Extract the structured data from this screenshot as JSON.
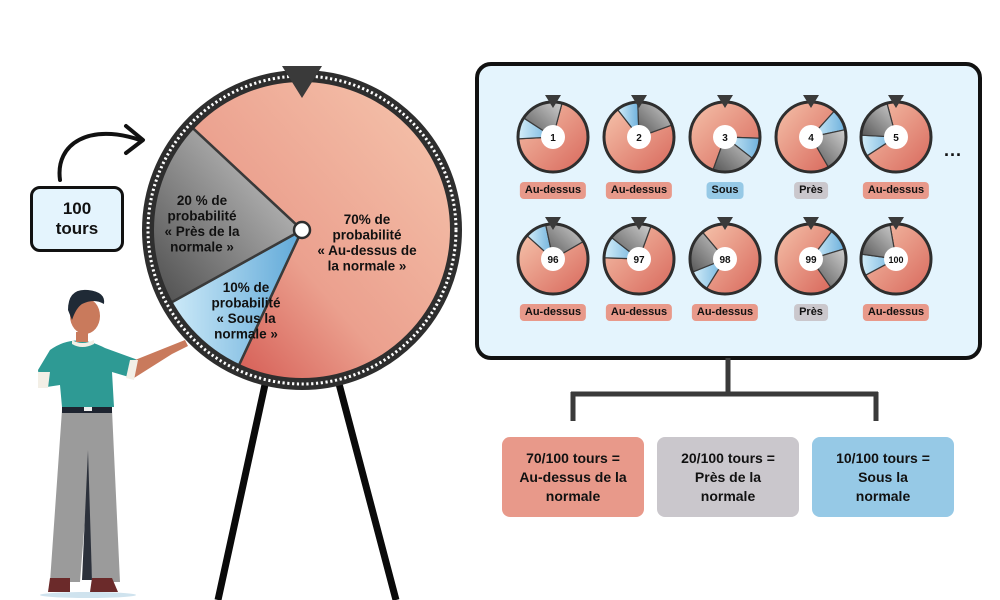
{
  "title": "Roue de probabilité – prévisions saisonnières",
  "spins_box": {
    "line1": "100",
    "line2": "tours"
  },
  "colors": {
    "above": "#e8998a",
    "near": "#cac7cc",
    "below": "#96c9e6",
    "panel_bg": "#e4f4fd",
    "frame": "#111111"
  },
  "wheel": {
    "segments": [
      {
        "key": "above",
        "probability": 0.7,
        "label_lines": [
          "70% de",
          "probabilité",
          "« Au-dessus de",
          "la normale »"
        ]
      },
      {
        "key": "below",
        "probability": 0.1,
        "label_lines": [
          "10% de",
          "probabilité",
          "« Sous la",
          "normale »"
        ]
      },
      {
        "key": "near",
        "probability": 0.2,
        "label_lines": [
          "20 % de",
          "probabilité",
          "« Près de la",
          "normale »"
        ]
      }
    ]
  },
  "spins": [
    {
      "number": "1",
      "result": "Au-dessus",
      "key": "above",
      "rotation_deg": 15
    },
    {
      "number": "2",
      "result": "Au-dessus",
      "key": "above",
      "rotation_deg": 70
    },
    {
      "number": "3",
      "result": "Sous",
      "key": "below",
      "rotation_deg": 200
    },
    {
      "number": "4",
      "result": "Près",
      "key": "near",
      "rotation_deg": 150
    },
    {
      "number": "5",
      "result": "Au-dessus",
      "key": "above",
      "rotation_deg": 345
    },
    {
      "number": "96",
      "result": "Au-dessus",
      "key": "above",
      "rotation_deg": 60
    },
    {
      "number": "97",
      "result": "Au-dessus",
      "key": "above",
      "rotation_deg": 20
    },
    {
      "number": "98",
      "result": "Au-dessus",
      "key": "above",
      "rotation_deg": 320
    },
    {
      "number": "99",
      "result": "Près",
      "key": "near",
      "rotation_deg": 145
    },
    {
      "number": "100",
      "result": "Au-dessus",
      "key": "above",
      "rotation_deg": 350
    }
  ],
  "ellipsis": "...",
  "results": [
    {
      "key": "above",
      "line1": "70/100 tours =",
      "line2": "Au-dessus de la",
      "line3": "normale"
    },
    {
      "key": "near",
      "line1": "20/100 tours =",
      "line2": "Près de la",
      "line3": "normale"
    },
    {
      "key": "below",
      "line1": "10/100 tours =",
      "line2": "Sous la",
      "line3": "normale"
    }
  ]
}
